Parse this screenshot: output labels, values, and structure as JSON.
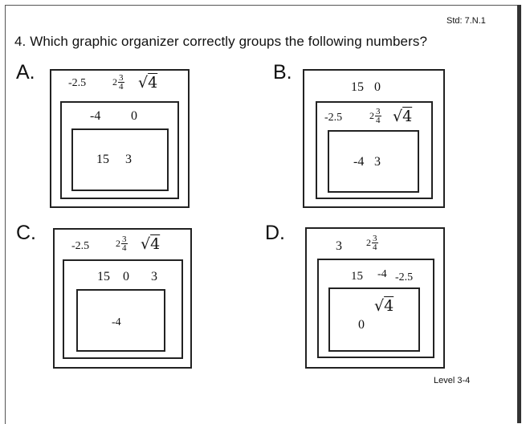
{
  "standard": "Std: 7.N.1",
  "question": "4. Which graphic organizer correctly groups the following numbers?",
  "level": "Level 3-4",
  "sqrt_symbol": "√",
  "options": {
    "A": {
      "letter": "A.",
      "outer": {
        "decimal": "-2.5",
        "mixed_whole": "2",
        "mixed_num": "3",
        "mixed_den": "4",
        "radicand": "4"
      },
      "middle": [
        "-4",
        "0"
      ],
      "inner": [
        "15",
        "3"
      ]
    },
    "B": {
      "letter": "B.",
      "outer": [
        "15",
        "0"
      ],
      "middle": {
        "decimal": "-2.5",
        "mixed_whole": "2",
        "mixed_num": "3",
        "mixed_den": "4",
        "radicand": "4"
      },
      "inner": [
        "-4",
        "3"
      ]
    },
    "C": {
      "letter": "C.",
      "outer": {
        "decimal": "-2.5",
        "mixed_whole": "2",
        "mixed_num": "3",
        "mixed_den": "4",
        "radicand": "4"
      },
      "middle": [
        "15",
        "0",
        "3"
      ],
      "inner": [
        "-4"
      ]
    },
    "D": {
      "letter": "D.",
      "outer": {
        "number": "3",
        "mixed_whole": "2",
        "mixed_num": "3",
        "mixed_den": "4"
      },
      "middle": [
        "15",
        "-4",
        "-2.5"
      ],
      "inner": {
        "radicand": "4",
        "number": "0"
      }
    }
  }
}
